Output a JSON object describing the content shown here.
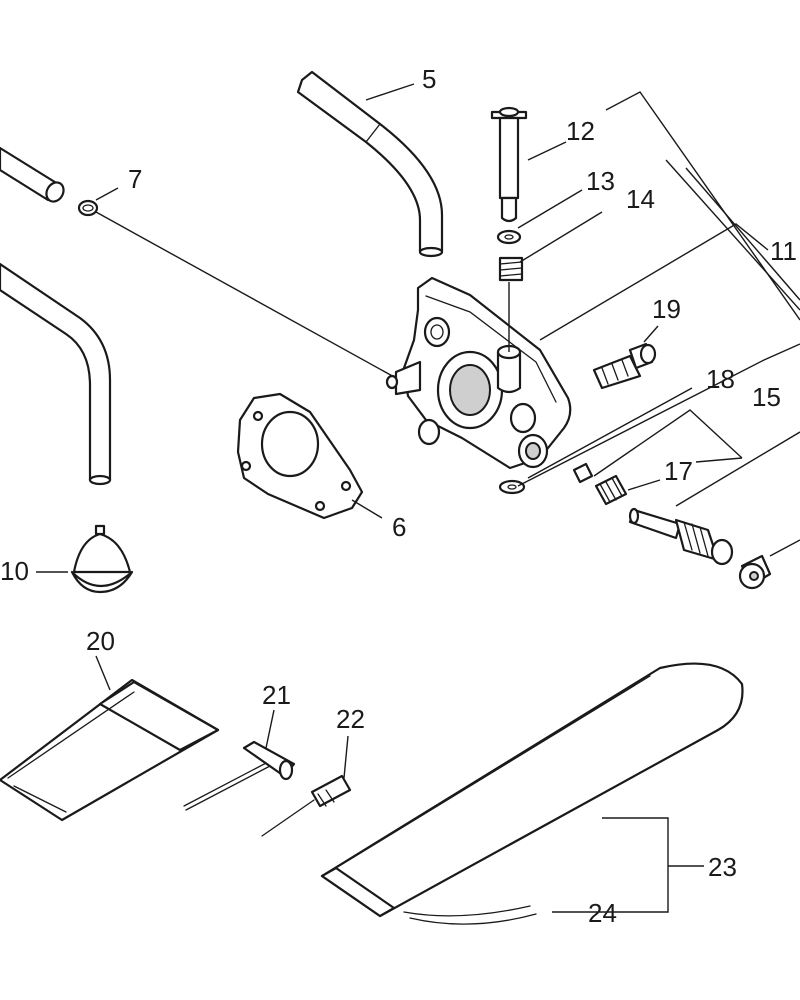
{
  "callouts": {
    "c5": "5",
    "c7": "7",
    "c12": "12",
    "c13": "13",
    "c14": "14",
    "c11": "11",
    "c19": "19",
    "c18": "18",
    "c15": "15",
    "c17": "17",
    "c6": "6",
    "c10": "10",
    "c20": "20",
    "c21": "21",
    "c22": "22",
    "c23": "23",
    "c24": "24"
  }
}
